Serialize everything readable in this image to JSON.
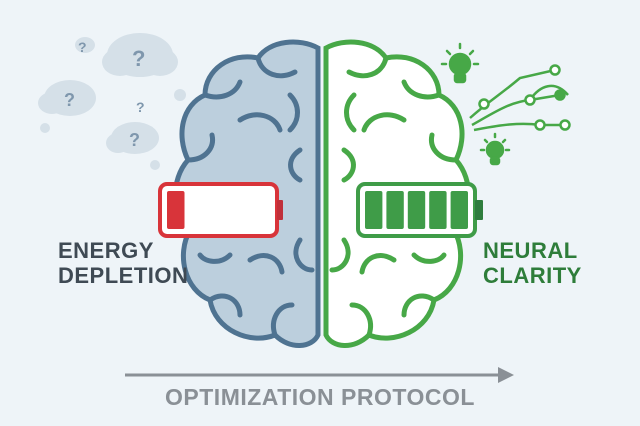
{
  "left": {
    "line1": "ENERGY",
    "line2": "DEPLETION",
    "battery_level": 0.2,
    "color": "#d8343a",
    "brain_fill": "#bccfdd",
    "brain_stroke": "#4f7391"
  },
  "right": {
    "line1": "NEURAL",
    "line2": "CLARITY",
    "battery_level": 1.0,
    "battery_segments": 5,
    "color": "#3f9c48",
    "brain_stroke": "#47a847"
  },
  "thoughts": {
    "symbol": "?"
  },
  "footer": {
    "label": "OPTIMIZATION PROTOCOL"
  }
}
